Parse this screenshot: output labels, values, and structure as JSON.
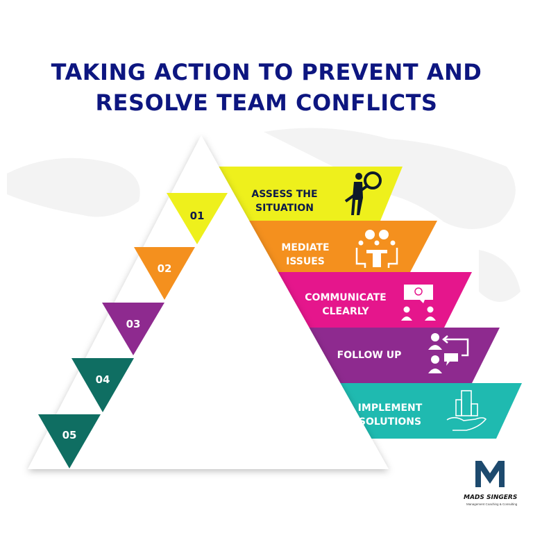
{
  "title": {
    "line1": "TAKING ACTION TO PREVENT AND",
    "line2": "RESOLVE TEAM CONFLICTS"
  },
  "steps": [
    {
      "number": "01",
      "label_line1": "ASSESS THE",
      "label_line2": "SITUATION",
      "color": "#eef01c",
      "number_color": "#eef01c",
      "text_color": "#0d1a4a",
      "icon": "person-magnifier-icon"
    },
    {
      "number": "02",
      "label_line1": "MEDIATE",
      "label_line2": "ISSUES",
      "color": "#f4901e",
      "number_color": "#f4901e",
      "text_color": "#ffffff",
      "icon": "meeting-table-icon"
    },
    {
      "number": "03",
      "label_line1": "COMMUNICATE",
      "label_line2": "CLEARLY",
      "color": "#e5168c",
      "number_color": "#8e2a8f",
      "text_color": "#ffffff",
      "icon": "presentation-people-icon"
    },
    {
      "number": "04",
      "label_line1": "FOLLOW UP",
      "label_line2": "",
      "color": "#8e2a8f",
      "number_color": "#0f6e62",
      "text_color": "#ffffff",
      "icon": "follow-up-people-icon"
    },
    {
      "number": "05",
      "label_line1": "IMPLEMENT",
      "label_line2": "SOLUTIONS",
      "color": "#1fbab0",
      "number_color": "#0f6e62",
      "text_color": "#ffffff",
      "icon": "building-hand-icon"
    }
  ],
  "logo": {
    "mark": "M",
    "name": "MADS SINGERS",
    "tagline": "Management Coaching & Consulting",
    "color": "#1d4a6e"
  }
}
